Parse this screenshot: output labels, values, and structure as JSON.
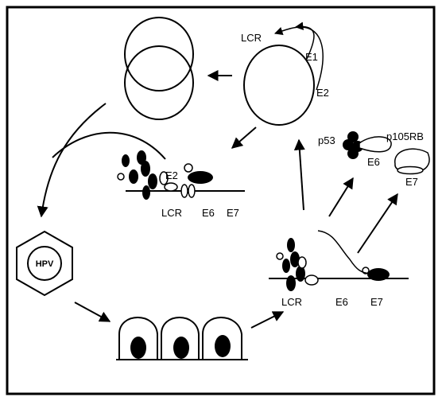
{
  "diagram": {
    "labels": {
      "lcr_top": "LCR",
      "e1": "E1",
      "e2_top": "E2",
      "e2_mid": "E2",
      "lcr_mid": "LCR",
      "e6_mid": "E6",
      "e7_mid": "E7",
      "p53": "p53",
      "e6_right": "E6",
      "p105rb": "p105RB",
      "e7_right": "E7",
      "hpv": "HPV",
      "lcr_bottom": "LCR",
      "e6_bottom": "E6",
      "e7_bottom": "E7"
    },
    "colors": {
      "stroke": "#000000",
      "fill": "#000000",
      "background": "#ffffff"
    }
  }
}
